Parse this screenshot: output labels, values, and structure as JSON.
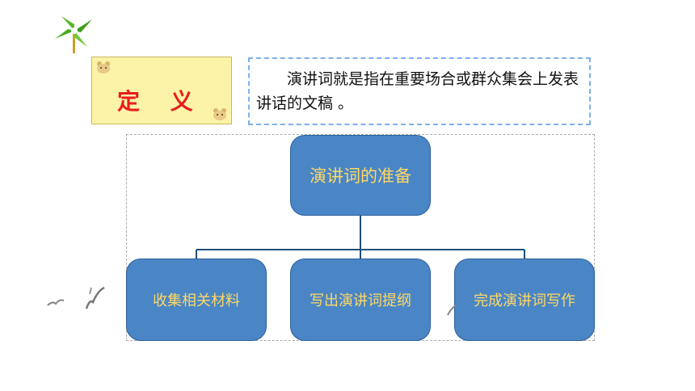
{
  "definition": {
    "label": "定  义",
    "text": "演讲词就是指在重要场合或群众集会上发表讲话的文稿 。"
  },
  "diagram": {
    "root": "演讲词的准备",
    "children": [
      "收集相关材料",
      "写出演讲词提纲",
      "完成演讲词写作"
    ]
  },
  "colors": {
    "node_fill": "#4a86c6",
    "node_text": "#ffd863",
    "connector": "#1f4e79",
    "label_red": "#e61e1e",
    "label_bg": "#fcf3a8"
  },
  "icons": [
    "pinwheel-icon",
    "bear-icon",
    "bird-icon"
  ]
}
